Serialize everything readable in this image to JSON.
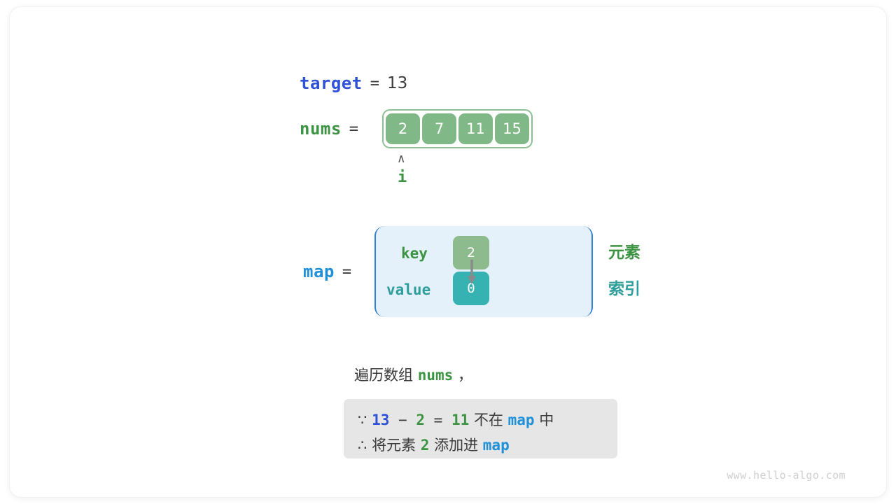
{
  "target": {
    "name": "target",
    "equals": "=",
    "value": "13"
  },
  "nums": {
    "name": "nums",
    "equals": "=",
    "cells": [
      "2",
      "7",
      "11",
      "15"
    ],
    "pointer_caret": "∧",
    "pointer_label": "i"
  },
  "map": {
    "name": "map",
    "equals": "=",
    "key_label": "key",
    "value_label": "value",
    "key_cell": "2",
    "value_cell": "0",
    "legend_element": "元素",
    "legend_index": "索引"
  },
  "caption": {
    "prefix": "遍历数组 ",
    "code": "nums",
    "suffix": " ，"
  },
  "note": {
    "line1": {
      "because": "∵",
      "a": "13",
      "minus": "−",
      "b": "2",
      "eq": "=",
      "sum": "11",
      "text": "不在",
      "map": "map",
      "tail": "中"
    },
    "line2": {
      "therefore": "∴",
      "text1": "将元素",
      "num": "2",
      "text2": "添加进",
      "map": "map"
    }
  },
  "watermark": "www.hello-algo.com",
  "colors": {
    "target_blue": "#2f51d6",
    "nums_green": "#3c9443",
    "map_blue": "#2090d8",
    "cell_green": "#80b987",
    "cell_teal": "#36b2b2",
    "map_fill": "#e4f0fa",
    "map_border": "#2f80d0",
    "note_bg": "#e6e6e6",
    "text_dark": "#3b3b3b"
  }
}
